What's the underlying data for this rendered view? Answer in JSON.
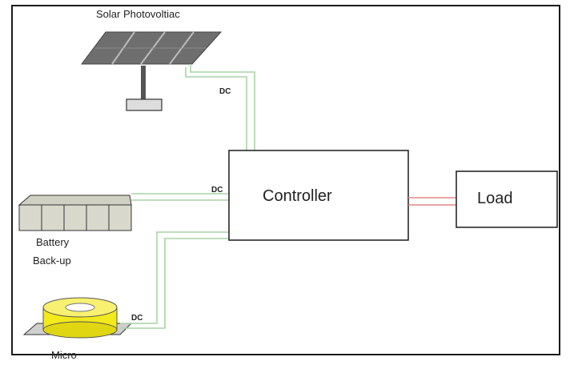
{
  "diagram": {
    "nodes": {
      "solar": {
        "label": "Solar  Photovoltiac"
      },
      "battery": {
        "label_line1": "Battery",
        "label_line2": "Back-up"
      },
      "micro": {
        "label": "Micro"
      },
      "controller": {
        "label": "Controller"
      },
      "load": {
        "label": "Load"
      }
    },
    "edges": [
      {
        "from": "solar",
        "to": "controller",
        "label": "DC"
      },
      {
        "from": "battery",
        "to": "controller",
        "label": "DC"
      },
      {
        "from": "micro",
        "to": "controller",
        "label": "DC"
      },
      {
        "from": "controller",
        "to": "load",
        "label": ""
      }
    ],
    "colors": {
      "dc_wire": "#a9d3a4",
      "ac_wire": "#e08585",
      "panel": "#707070",
      "battery": "#d8d8cc",
      "micro_body": "#f2ea1a"
    }
  }
}
